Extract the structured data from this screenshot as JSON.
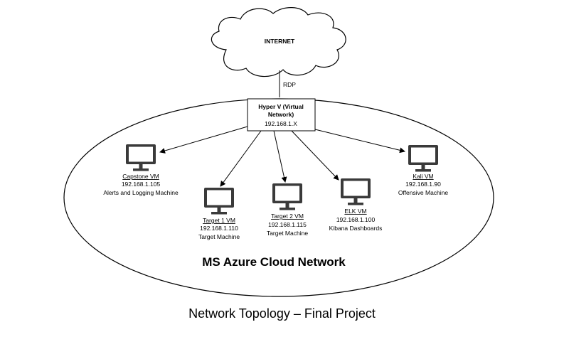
{
  "internet": {
    "label": "INTERNET"
  },
  "link": {
    "label": "RDP"
  },
  "hypervisor": {
    "title_line1": "Hyper V (Virtual",
    "title_line2": "Network)",
    "ip": "192.168.1.X"
  },
  "network": {
    "label": "MS Azure Cloud Network"
  },
  "machines": {
    "capstone": {
      "name": "Capstone VM",
      "ip": "192.168.1.105",
      "role": "Alerts and Logging Machine"
    },
    "target1": {
      "name": "Target 1 VM",
      "ip": "192.168.1.110",
      "role": "Target Machine"
    },
    "target2": {
      "name": "Target 2 VM",
      "ip": "192.168.1.115",
      "role": "Target Machine"
    },
    "elk": {
      "name": "ELK VM",
      "ip": "192.168.1.100",
      "role": "Kibana Dashboards"
    },
    "kali": {
      "name": "Kali VM",
      "ip": "192.168.1.90",
      "role": "Offensive Machine"
    }
  },
  "caption": "Network Topology – Final Project"
}
